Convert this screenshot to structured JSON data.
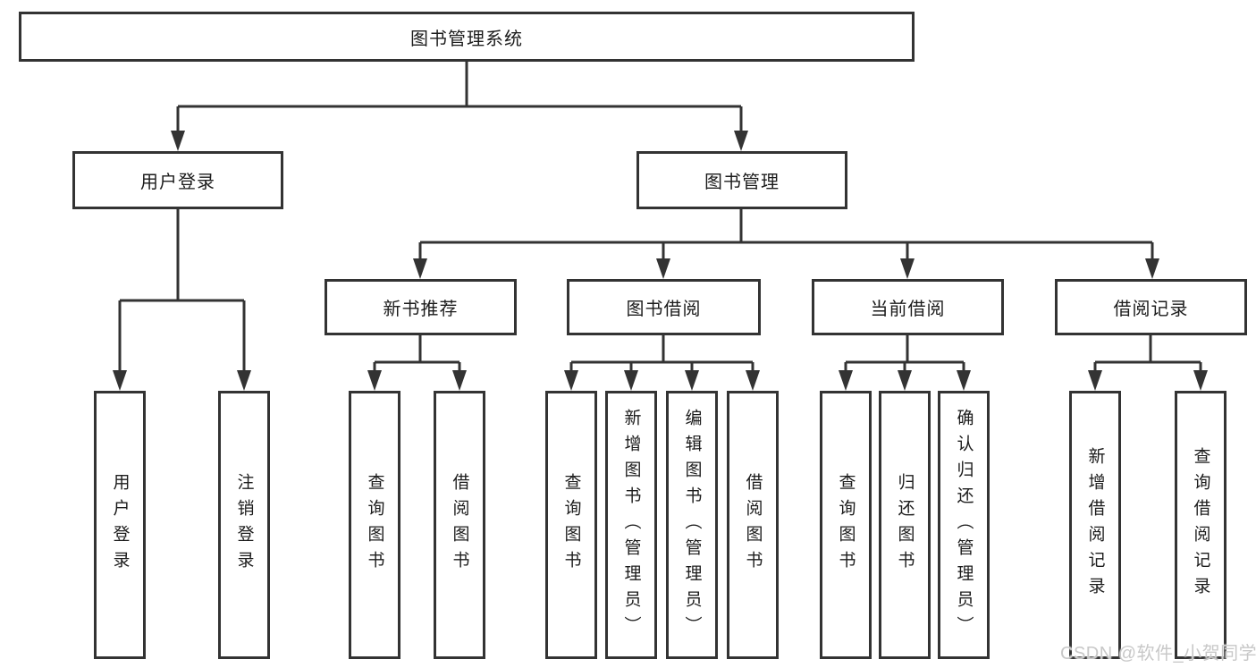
{
  "diagram": {
    "root": {
      "label": "图书管理系统"
    },
    "branches": [
      {
        "label": "用户登录",
        "children": [
          {
            "label": "用户登录"
          },
          {
            "label": "注销登录"
          }
        ]
      },
      {
        "label": "图书管理",
        "children": [
          {
            "label": "新书推荐",
            "children": [
              {
                "label": "查询图书"
              },
              {
                "label": "借阅图书"
              }
            ]
          },
          {
            "label": "图书借阅",
            "children": [
              {
                "label": "查询图书"
              },
              {
                "label": "新增图书（管理员）"
              },
              {
                "label": "编辑图书（管理员）"
              },
              {
                "label": "借阅图书"
              }
            ]
          },
          {
            "label": "当前借阅",
            "children": [
              {
                "label": "查询图书"
              },
              {
                "label": "归还图书"
              },
              {
                "label": "确认归还（管理员）"
              }
            ]
          },
          {
            "label": "借阅记录",
            "children": [
              {
                "label": "新增借阅记录"
              },
              {
                "label": "查询借阅记录"
              }
            ]
          }
        ]
      }
    ]
  },
  "watermark": {
    "text": "CSDN @软件_小贺同学"
  },
  "colors": {
    "line": "#333333",
    "text": "#1c1c1c",
    "background": "#ffffff",
    "watermark": "#c8c8c8"
  }
}
